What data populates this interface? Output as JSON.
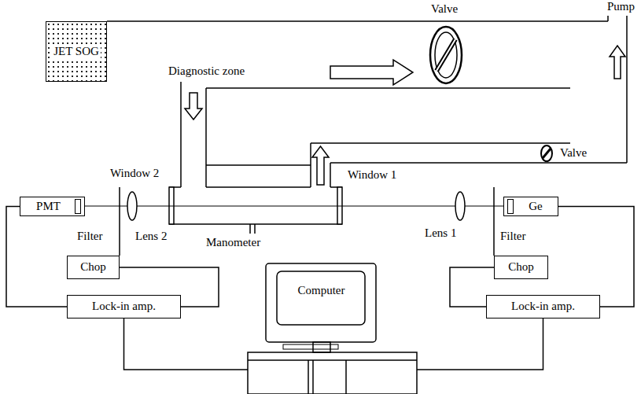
{
  "diagram": {
    "nodes": [
      {
        "text": [
          "JET SOG"
        ]
      },
      {
        "text": [
          "PMT"
        ]
      },
      {
        "text": [
          "Chop"
        ]
      },
      {
        "text": [
          "Lock-in amp."
        ]
      },
      {
        "text": [
          "Computer"
        ]
      },
      {
        "text": [
          "Ge"
        ]
      },
      {
        "text": [
          "Chop"
        ]
      },
      {
        "text": [
          "Lock-in amp."
        ]
      }
    ],
    "edges": [
      {
        "from": 1,
        "to": 3,
        "arrow": "none"
      },
      {
        "from": 2,
        "to": 3,
        "arrow": "none"
      },
      {
        "from": 3,
        "to": 4,
        "arrow": "none"
      },
      {
        "from": 5,
        "to": 7,
        "arrow": "none"
      },
      {
        "from": 6,
        "to": 7,
        "arrow": "none"
      },
      {
        "from": 7,
        "to": 4,
        "arrow": "none"
      }
    ],
    "labels": [
      "Pump",
      "Valve",
      "Diagnostic zone",
      "Valve",
      "Window 2",
      "Filter",
      "Lens 2",
      "Manometer",
      "Window 1",
      "Lens 1",
      "Filter"
    ]
  }
}
